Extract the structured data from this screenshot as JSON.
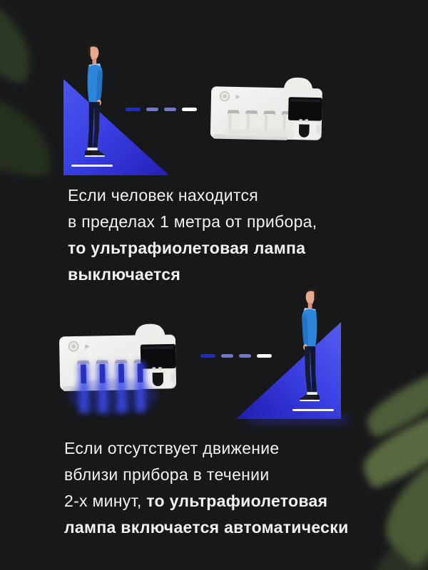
{
  "colors": {
    "background": "#17181a",
    "text": "#f2f2f3",
    "triangle_gradient_start": "#4d55f2",
    "triangle_gradient_end": "#231fb4",
    "dashes": [
      "#1c2bd4",
      "#6f77d2",
      "#6f77d2",
      "#ffffff"
    ],
    "uv_glow": "#3a4cf0"
  },
  "scene_off": {
    "caption": {
      "line1": "Если человек находится",
      "line2": "в пределах 1 метра от прибора,",
      "line3": "то ультрафиолетовая лампа",
      "line4": "выключается"
    }
  },
  "scene_on": {
    "caption": {
      "line1": "Если отсутствует движение",
      "line2": "вблизи прибора в течении",
      "line3_regular": "2-х минут,",
      "line3_bold": "то ультрафиолетовая",
      "line4": "лампа включается автоматически"
    }
  }
}
